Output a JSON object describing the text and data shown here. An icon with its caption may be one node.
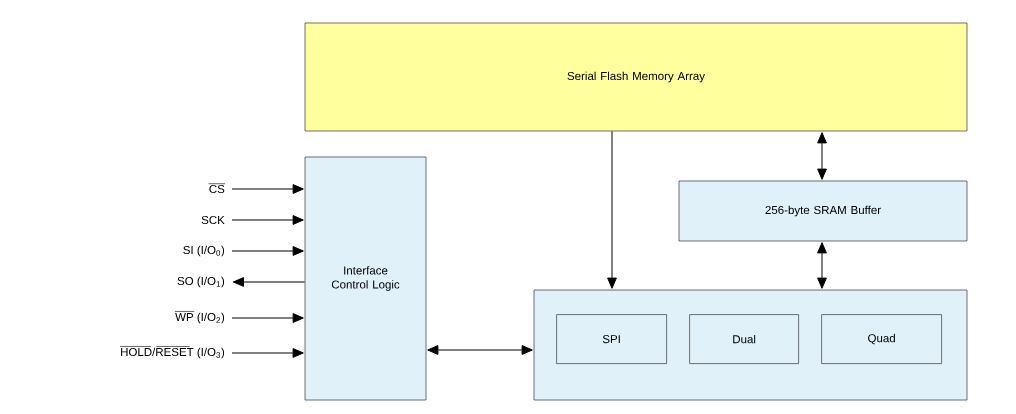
{
  "diagram": {
    "nodes": [
      {
        "text": [
          "Serial Flash Memory Array"
        ]
      },
      {
        "text": [
          "Interface Control Logic"
        ]
      },
      {
        "text": [
          "256-byte SRAM Buffer"
        ]
      },
      {
        "text": [],
        "shape": "box"
      },
      {
        "text": [
          "SPI"
        ],
        "in": 3
      },
      {
        "text": [
          "Dual"
        ],
        "in": 3
      },
      {
        "text": [
          "Quad"
        ],
        "in": 3
      },
      {
        "text": [
          "CS"
        ]
      },
      {
        "text": [
          "SCK"
        ]
      },
      {
        "text": [
          "SI (I/O$_{0}$)"
        ]
      },
      {
        "text": [
          "SO (I/O$_{1}$)"
        ]
      },
      {
        "text": [
          "WP (I/O$_{2}$)"
        ]
      },
      {
        "text": [
          "HOLD/RESET (I/O$_{3}$)"
        ]
      }
    ],
    "edges": [
      {
        "from": 0,
        "to": 3,
        "arrow": "to"
      },
      {
        "from": 0,
        "to": 2,
        "arrow": "both"
      },
      {
        "from": 2,
        "to": 3,
        "arrow": "both"
      },
      {
        "from": 1,
        "to": 3,
        "arrow": "both"
      },
      {
        "from": 7,
        "to": 1,
        "arrow": "to"
      },
      {
        "from": 8,
        "to": 1,
        "arrow": "to"
      },
      {
        "from": 9,
        "to": 1,
        "arrow": "to"
      },
      {
        "from": 1,
        "to": 10,
        "arrow": "to"
      },
      {
        "from": 11,
        "to": 1,
        "arrow": "to"
      },
      {
        "from": 12,
        "to": 1,
        "arrow": "to"
      }
    ]
  }
}
